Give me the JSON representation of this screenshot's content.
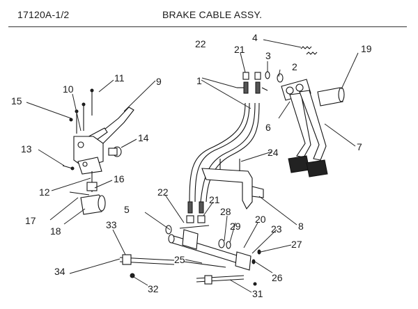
{
  "header": {
    "code": "17120A-1/2",
    "title": "BRAKE CABLE ASSY."
  },
  "callouts": [
    "1",
    "2",
    "3",
    "4",
    "5",
    "6",
    "7",
    "8",
    "9",
    "10",
    "11",
    "12",
    "13",
    "14",
    "15",
    "16",
    "17",
    "18",
    "19",
    "20",
    "21",
    "21",
    "22",
    "22",
    "23",
    "24",
    "25",
    "26",
    "27",
    "28",
    "29",
    "31",
    "32",
    "33",
    "34"
  ]
}
